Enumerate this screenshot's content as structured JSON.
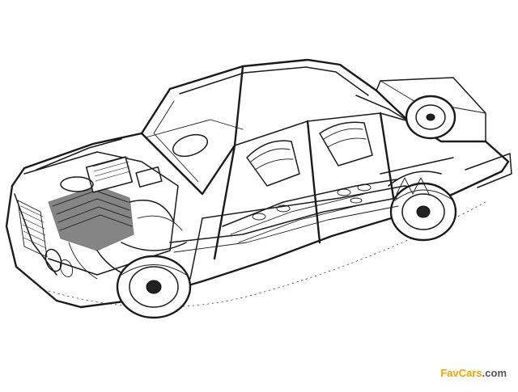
{
  "image": {
    "subject": "sedan-cutaway-drawing",
    "style": "black-ink-technical-illustration",
    "background": "#ffffff",
    "ink_color": "#1a1a1a"
  },
  "watermark": {
    "brand": "FavCars",
    "suffix": ".com",
    "brand_color": "#f0a400",
    "suffix_color": "#555555"
  }
}
